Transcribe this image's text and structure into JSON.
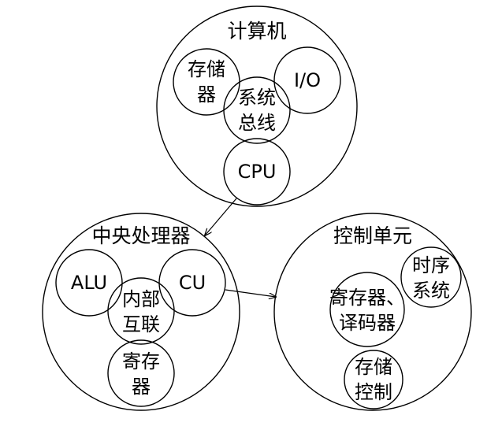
{
  "computer": {
    "title": "计算机",
    "storage": [
      "存储",
      "器"
    ],
    "io": "I/O",
    "bus": [
      "系统",
      "总线"
    ],
    "cpu": "CPU"
  },
  "cpu_detail": {
    "title": "中央处理器",
    "alu": "ALU",
    "cu": "CU",
    "internal": [
      "内部",
      "互联"
    ],
    "registers": [
      "寄存",
      "器"
    ]
  },
  "control_unit": {
    "title": "控制单元",
    "timing": [
      "时序",
      "系统"
    ],
    "decoder": [
      "寄存器、",
      "译码器"
    ],
    "storage_ctrl": [
      "存储",
      "控制"
    ]
  }
}
